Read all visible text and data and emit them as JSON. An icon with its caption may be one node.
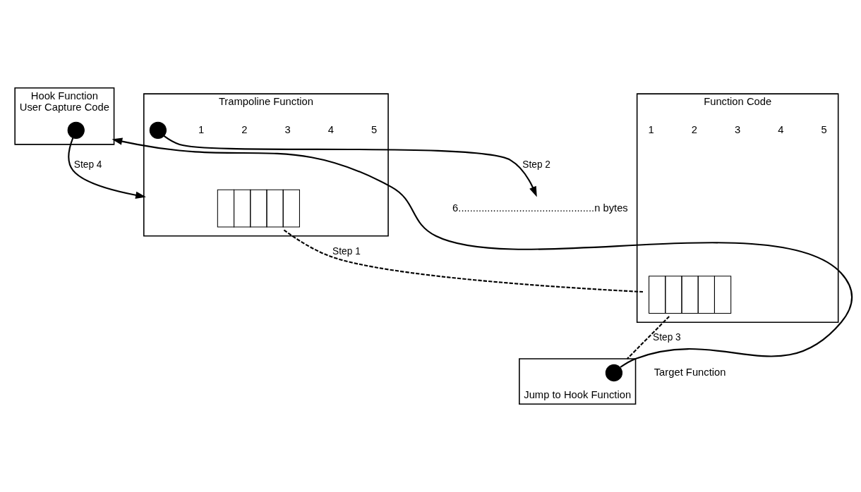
{
  "diagram": {
    "nodes": [
      {
        "text": [
          "Hook Function",
          "User Capture Code"
        ]
      },
      {
        "text": [],
        "shape": "circle",
        "in": 0
      },
      {
        "text": [
          "Trampoline Function"
        ]
      },
      {
        "text": [],
        "shape": "box",
        "in": 2
      },
      {
        "text": [],
        "shape": "circle",
        "in": 2
      },
      {
        "text": [
          "Function Code"
        ]
      },
      {
        "text": [],
        "shape": "box",
        "in": 5
      },
      {
        "text": [
          "6...............................................n bytes"
        ]
      },
      {
        "text": [
          "Jump to Hook Function"
        ]
      },
      {
        "text": [],
        "shape": "circle",
        "in": 8
      }
    ],
    "edges": [
      {
        "from": 1,
        "to": 2,
        "arrow": "to",
        "label": "Step 4"
      },
      {
        "from": 3,
        "to": 6,
        "arrow": "none",
        "label": "Step 1",
        "style": "dashed"
      },
      {
        "from": 4,
        "to": 7,
        "arrow": "to",
        "label": "Step 2"
      },
      {
        "from": 6,
        "to": 8,
        "arrow": "none",
        "label": "Step 3",
        "style": "dashed"
      },
      {
        "from": 9,
        "to": 0,
        "arrow": "to"
      }
    ],
    "labels": [
      "1",
      "2",
      "3",
      "4",
      "5",
      "1",
      "2",
      "3",
      "4",
      "5",
      "Target Function"
    ]
  }
}
